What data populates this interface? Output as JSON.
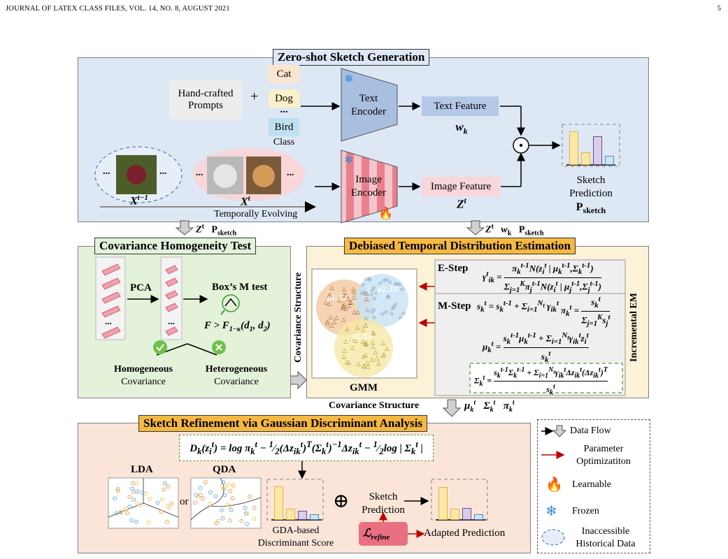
{
  "header": {
    "left": "JOURNAL OF LATEX CLASS FILES, VOL. 14, NO. 8, AUGUST 2021",
    "page": "5"
  },
  "colors": {
    "top_panel": "#dde8f4",
    "green_panel": "#e4f2da",
    "yellow_panel": "#fbf2d8",
    "bottom_panel": "#fbe5d8",
    "text_encoder": "#a9bfe0",
    "image_encoder": "#f5c5cb",
    "data_flow_red": "#c00000"
  },
  "zero_shot": {
    "title": "Zero-shot Sketch Generation",
    "prompts_line1": "Hand-crafted",
    "prompts_line2": "Prompts",
    "plus": "+",
    "classes": [
      "Cat",
      "Dog",
      "...",
      "Bird"
    ],
    "class_label": "Class",
    "text_encoder_line1": "Text",
    "text_encoder_line2": "Encoder",
    "image_encoder_line1": "Image",
    "image_encoder_line2": "Encoder",
    "text_feature": "Text Feature",
    "text_feature_symbol": "w",
    "text_feature_sub": "k",
    "image_feature": "Image Feature",
    "image_feature_symbol": "Z",
    "image_feature_sup": "t",
    "dot": "⊙",
    "sketch_prediction_line1": "Sketch",
    "sketch_prediction_line2": "Prediction",
    "sketch_prediction_symbol": "P",
    "sketch_prediction_sub": "sketch",
    "hist_label": "X",
    "hist_sup": "t−1",
    "curr_label": "X",
    "curr_sup": "t",
    "ellipsis": "...",
    "temporal": "Temporally Evolving",
    "bars": [
      0.92,
      0.35,
      0.78,
      0.25
    ],
    "bar_colors": [
      "#fbe8a6",
      "#fbe8a6",
      "#d9cde8",
      "#cfe3f5"
    ]
  },
  "flow_labels": {
    "left_z": "Z",
    "left_z_sup": "t",
    "left_p": "P",
    "left_p_sub": "sketch",
    "right_z": "Z",
    "right_z_sup": "t",
    "right_w": "w",
    "right_w_sub": "k",
    "right_p": "P",
    "right_p_sub": "sketch"
  },
  "cov_test": {
    "title": "Covariance Homogeneity Test",
    "pca": "PCA",
    "box_m": "Box’s M test",
    "f_test": "F > F",
    "f_test_sub": "1−κ",
    "f_test_args": "(d",
    "f_d1": "1",
    "f_mid": ", d",
    "f_d2": "2",
    "f_close": ")",
    "homo_line1": "Homogeneous",
    "homo_line2": "Covariance",
    "hetero_line1": "Heterogeneous",
    "hetero_line2": "Covariance",
    "dots": "..."
  },
  "dtde": {
    "title": "Debiased Temporal Distribution Estimation",
    "cov_structure_vertical": "Covariance Structure",
    "gmm": "GMM",
    "estep": "E-Step",
    "mstep": "M-Step",
    "incremental_em": "Incremental EM",
    "cluster_labels": [
      "μ1, Σ1",
      "μ2, Σ2",
      "μ3, Σ3"
    ]
  },
  "bottom_flow": {
    "cov_structure": "Covariance Structure",
    "mu": "μ",
    "sigma": "Σ",
    "pi": "π",
    "sub_k": "k",
    "sup_t": "t"
  },
  "gda": {
    "title": "Sketch Refinement via Gaussian Discriminant Analysis",
    "lda": "LDA",
    "qda": "QDA",
    "or": "or",
    "score_line1": "GDA-based",
    "score_line2": "Discriminant Score",
    "oplus": "⊕",
    "sketch_pred_line1": "Sketch",
    "sketch_pred_line2": "Prediction",
    "loss": "ℒ",
    "loss_sub": "refine",
    "adapted": "Adapted Prediction",
    "bars_score": [
      0.92,
      0.3,
      0.25,
      0.15
    ],
    "bars_adapted": [
      0.9,
      0.3,
      0.32,
      0.15
    ]
  },
  "legend": {
    "data_flow": "Data Flow",
    "param_line1": "Parameter",
    "param_line2": "Optimizatiton",
    "learnable": "Learnable",
    "frozen": "Frozen",
    "inacc_line1": "Inaccessible",
    "inacc_line2": "Historical Data"
  }
}
